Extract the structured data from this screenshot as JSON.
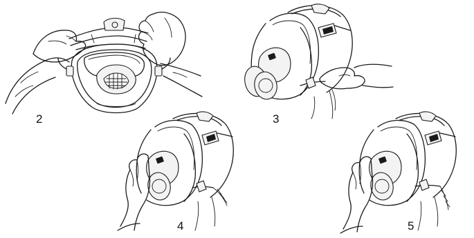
{
  "steps": [
    {
      "label": "2",
      "description_icon": "hands-adjusting-mask-straps-icon"
    },
    {
      "label": "3",
      "description_icon": "hand-pulling-lower-strap-icon"
    },
    {
      "label": "4",
      "description_icon": "hand-holding-mask-to-face-icon"
    },
    {
      "label": "5",
      "description_icon": "hand-checking-mask-seal-icon"
    }
  ],
  "colors": {
    "line": "#1a1a1a",
    "background": "#ffffff"
  }
}
